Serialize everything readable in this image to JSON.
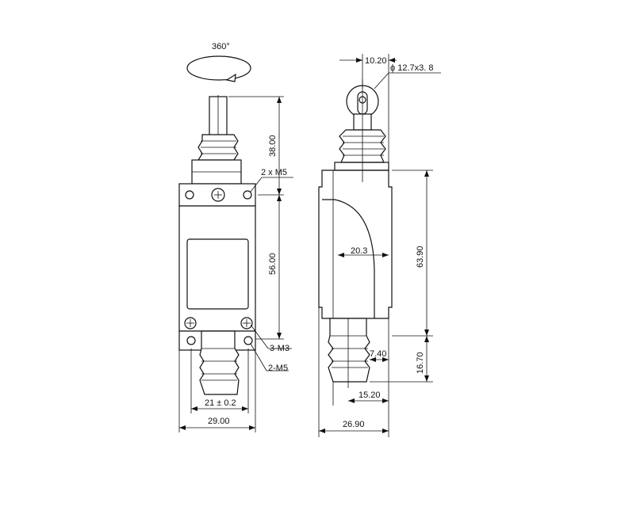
{
  "front_view": {
    "rotation_label": "360°",
    "dims": {
      "plunger_height": "38.00",
      "body_height": "56.00",
      "mount_top": "2 x M5",
      "screw_label": "3-M3",
      "mount_bottom": "2-M5",
      "hole_spacing": "21 ± 0.2",
      "width": "29.00"
    }
  },
  "side_view": {
    "dims": {
      "roller_offset": "10.20",
      "roller_size": "ϕ 12.7x3. 8",
      "body_depth": "20.3",
      "body_height": "63.90",
      "tail_height": "16.70",
      "tail_small": "7.40",
      "tail_width": "15.20",
      "overall_depth": "26.90"
    }
  }
}
